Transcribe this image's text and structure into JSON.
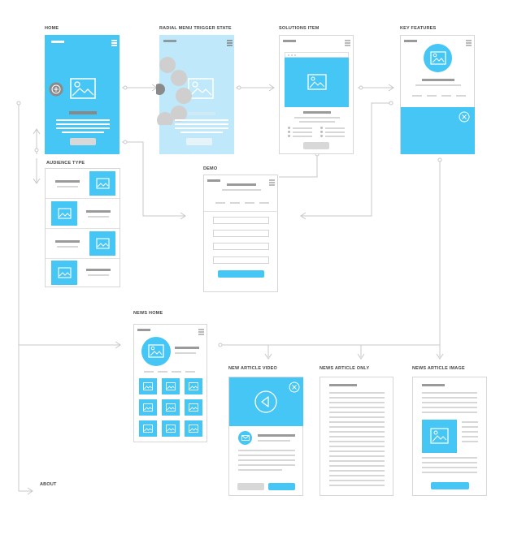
{
  "labels": {
    "home": "HOME",
    "radial": "RADIAL MENU TRIGGER STATE",
    "solutions": "SOLUTIONS ITEM",
    "key_features": "KEY FEATURES",
    "audience": "AUDIENCE TYPE",
    "demo": "DEMO",
    "news_home": "NEWS HOME",
    "video": "NEW ARTICLE VIDEO",
    "only": "NEWS ARTICLE ONLY",
    "image": "NEWS  ARTICLE IMAGE",
    "about": "ABOUT"
  },
  "colors": {
    "accent": "#45c6f5",
    "accent_light": "#bfe8fb",
    "line": "#c8c8c8",
    "text_dark": "#9a9a9a",
    "text_light": "#d7d7d7"
  }
}
